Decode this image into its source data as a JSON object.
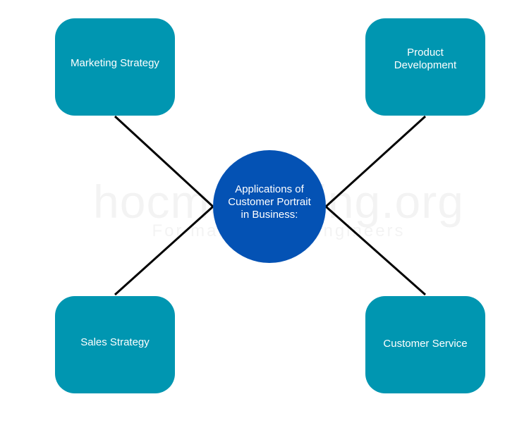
{
  "watermark": {
    "main": "hocmarketing.org",
    "sub": "For marketers & engineers"
  },
  "hub": {
    "label": "Applications of\nCustomer Portrait\nin Business:"
  },
  "boxes": {
    "top_left": "Marketing Strategy",
    "top_right": "Product\nDevelopment",
    "bottom_left": "Sales Strategy",
    "bottom_right": "Customer Service"
  },
  "colors": {
    "box_fill": "#0096b1",
    "hub_fill": "#0452b4",
    "connector": "#000000"
  }
}
